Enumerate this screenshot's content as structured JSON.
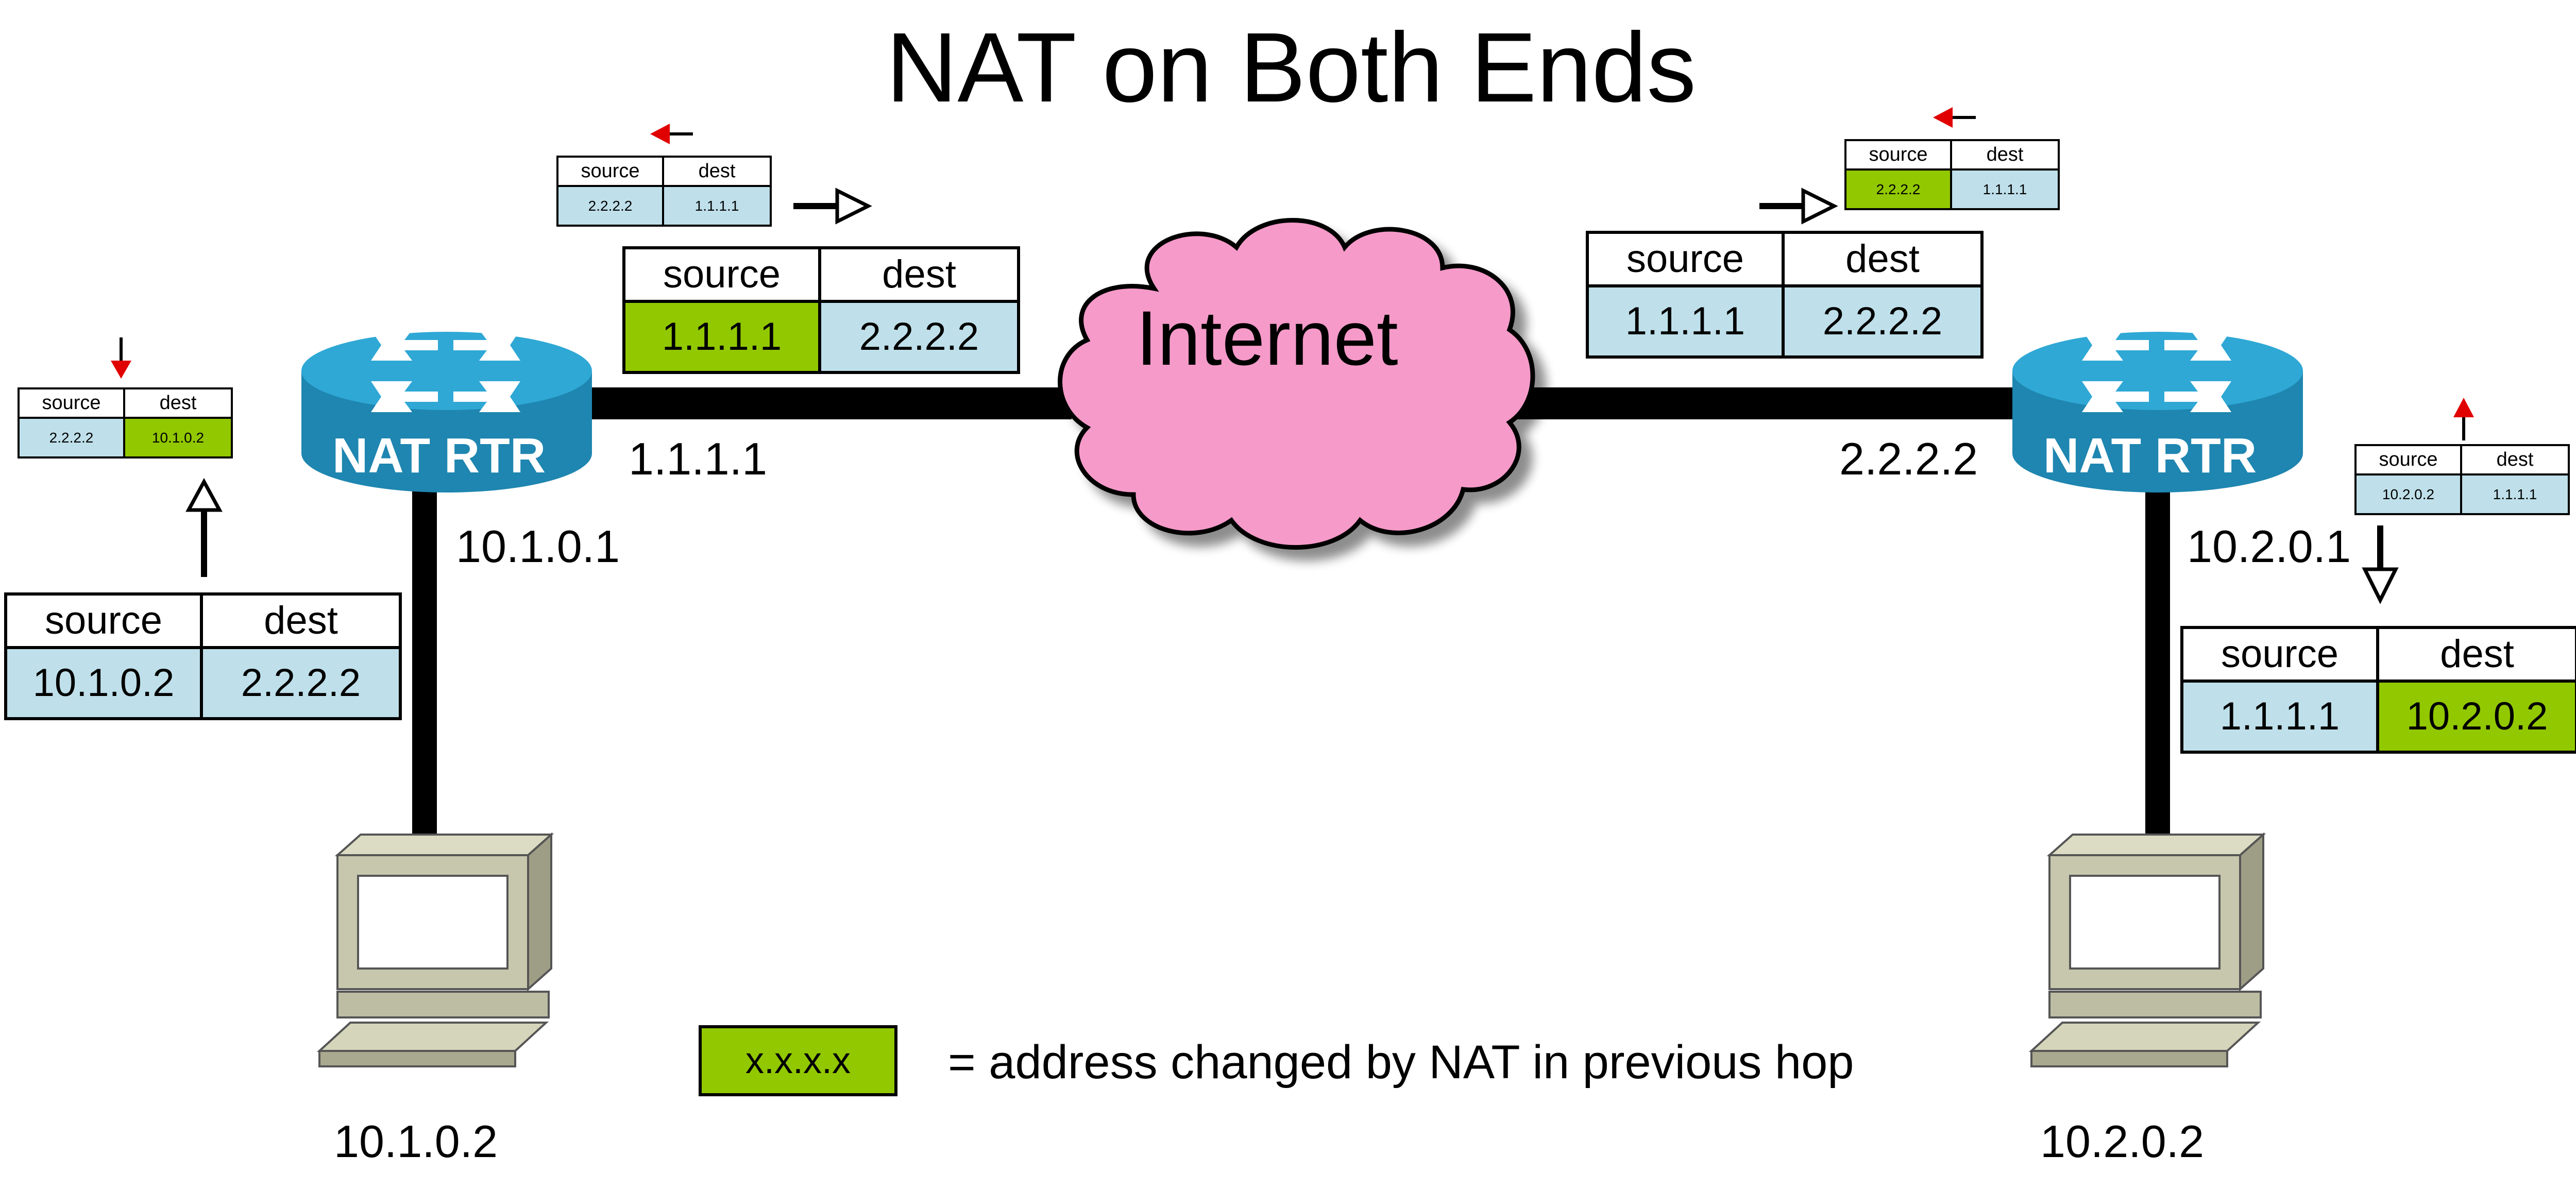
{
  "title": "NAT on Both Ends",
  "cloud_label": "Internet",
  "left_router": {
    "label": "NAT RTR",
    "outside_ip": "1.1.1.1",
    "inside_ip": "10.1.0.1"
  },
  "right_router": {
    "label": "NAT RTR",
    "outside_ip": "2.2.2.2",
    "inside_ip": "10.2.0.1"
  },
  "left_host": {
    "ip": "10.1.0.2"
  },
  "right_host": {
    "ip": "10.2.0.2"
  },
  "packets": {
    "left_lan_req": {
      "source_label": "source",
      "dest_label": "dest",
      "source": "10.1.0.2",
      "dest": "2.2.2.2"
    },
    "left_lan_reply": {
      "source_label": "source",
      "dest_label": "dest",
      "source": "2.2.2.2",
      "dest": "10.1.0.2"
    },
    "left_wan_req": {
      "source_label": "source",
      "dest_label": "dest",
      "source": "1.1.1.1",
      "dest": "2.2.2.2"
    },
    "left_wan_reply": {
      "source_label": "source",
      "dest_label": "dest",
      "source": "2.2.2.2",
      "dest": "1.1.1.1"
    },
    "right_wan_req": {
      "source_label": "source",
      "dest_label": "dest",
      "source": "1.1.1.1",
      "dest": "2.2.2.2"
    },
    "right_wan_reply": {
      "source_label": "source",
      "dest_label": "dest",
      "source": "2.2.2.2",
      "dest": "1.1.1.1"
    },
    "right_lan_req": {
      "source_label": "source",
      "dest_label": "dest",
      "source": "1.1.1.1",
      "dest": "10.2.0.2"
    },
    "right_lan_reply": {
      "source_label": "source",
      "dest_label": "dest",
      "source": "10.2.0.2",
      "dest": "1.1.1.1"
    }
  },
  "legend": {
    "sample": "x.x.x.x",
    "text": "= address changed by NAT in previous hop"
  },
  "colors": {
    "cell_normal": "#bfe0ea",
    "cell_changed": "#92c800",
    "cloud": "#f59ac9",
    "router": "#2a9bc4"
  }
}
